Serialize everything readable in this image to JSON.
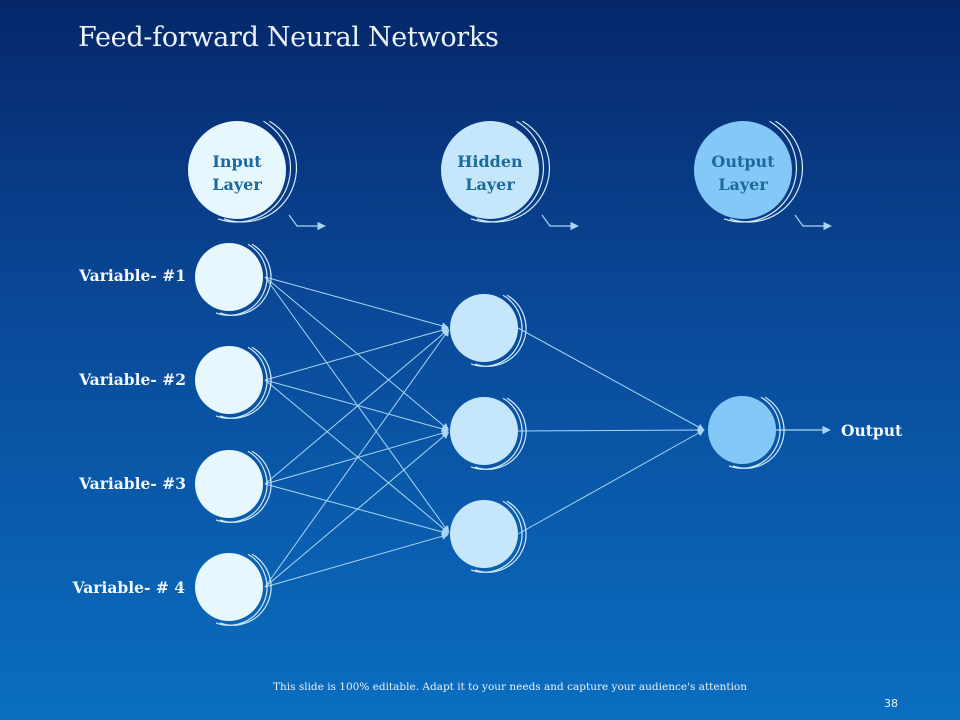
{
  "slide": {
    "title": "Feed-forward Neural Networks",
    "footer": "This slide is 100% editable. Adapt it to your needs and capture your audience's attention",
    "page_number": "38"
  },
  "layers": [
    {
      "line1": "Input",
      "line2": "Layer",
      "fill": "#e6f7fd",
      "text_color": "#1b6a9e"
    },
    {
      "line1": "Hidden",
      "line2": "Layer",
      "fill": "#c5e6fb",
      "text_color": "#1b6a9e"
    },
    {
      "line1": "Output",
      "line2": "Layer",
      "fill": "#84c8f7",
      "text_color": "#1b6a9e"
    }
  ],
  "inputs": [
    {
      "label": "Variable- #1"
    },
    {
      "label": "Variable- #2"
    },
    {
      "label": "Variable- #3"
    },
    {
      "label": "Variable- # 4"
    }
  ],
  "hidden_count": 3,
  "output_label": "Output",
  "colors": {
    "input_node": "#e6f7fd",
    "hidden_node": "#c5e6fb",
    "output_node": "#84c8f7",
    "connector": "#a9d6f5"
  }
}
